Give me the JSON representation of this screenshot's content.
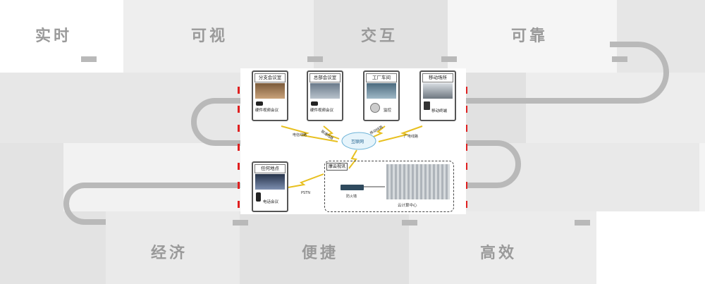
{
  "keywords": {
    "top": [
      "实时",
      "可视",
      "交互",
      "可靠"
    ],
    "bottom": [
      "经济",
      "便捷",
      "高效"
    ]
  },
  "diagram": {
    "nodes": {
      "branch": {
        "title": "分支会议室",
        "caption": "硬件视频会议"
      },
      "hq": {
        "title": "总部会议室",
        "caption": "硬件视频会议"
      },
      "factory": {
        "title": "工厂车间",
        "caption": "监控"
      },
      "mobile": {
        "title": "移动场所",
        "caption": "移动终端"
      },
      "anywhere": {
        "title": "任何地点",
        "caption": "电话会议"
      }
    },
    "internet": "互联网",
    "cloud_box": {
      "title": "摩云视讯",
      "firewall": "防火墙",
      "datacenter": "云计算中心"
    },
    "links": {
      "telecom": "电信线路",
      "unicom": "联通线路",
      "mobile_line": "移动线路",
      "broadcast": "广电线路",
      "pstn": "PSTN"
    }
  },
  "colors": {
    "accent": "#e02020",
    "lightning": "#e8c020",
    "track": "#b9b9b9",
    "keyword": "#9a9a9a"
  }
}
